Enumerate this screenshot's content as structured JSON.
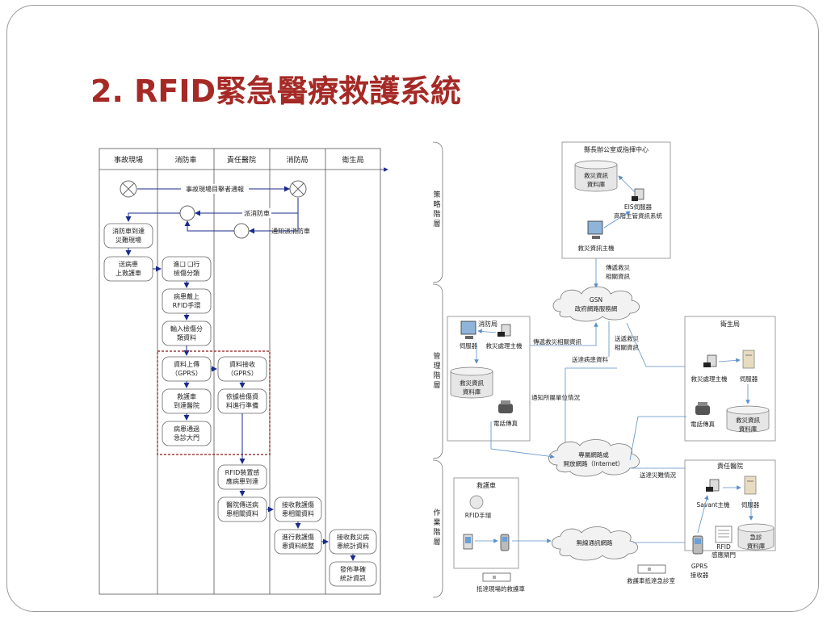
{
  "slide_title": "2. RFID緊急醫療救護系統",
  "swimlane": {
    "lanes": [
      "事故現場",
      "消防車",
      "責任醫院",
      "消防局",
      "衛生局"
    ],
    "edge_labels": {
      "report": "事故現場目擊者通報",
      "dispatch": "派消防車",
      "notify": "通知派消防車"
    },
    "nodes": {
      "arrive1": "消防車到達",
      "arrive2": "災難現場",
      "send1": "送病患",
      "send2": "上救護車",
      "triage1": "進❑ ❑行",
      "triage2": "檢傷分類",
      "rfid1": "病患戴上",
      "rfid2": "RFID手環",
      "input1": "輸入檢傷分",
      "input2": "類資料",
      "upload1": "資料上傳",
      "upload2": "（GPRS）",
      "ambulance1": "救護車",
      "ambulance2": "到達醫院",
      "er1": "病患通過",
      "er2": "急診大門",
      "receive1": "資料接收",
      "receive2": "（GPRS）",
      "prep1": "依據檢傷資",
      "prep2": "料進行準備",
      "sense1": "RFID裝置感",
      "sense2": "應病患到達",
      "hospital_send1": "醫院傳送病",
      "hospital_send2": "患相關資料",
      "fire_recv1": "接收救護傷",
      "fire_recv2": "患相關資料",
      "stats1": "進行救護傷",
      "stats2": "患資料統整",
      "health_recv1": "接收救災病",
      "health_recv2": "患統計資料",
      "publish1": "發佈準確",
      "publish2": "統計資訊"
    }
  },
  "architecture": {
    "layers": {
      "strategy": [
        "策",
        "略",
        "階",
        "層"
      ],
      "management": [
        "管",
        "理",
        "階",
        "層"
      ],
      "operation": [
        "作",
        "業",
        "階",
        "層"
      ]
    },
    "boxes": {
      "command_center": "縣長辦公室或指揮中心",
      "fire_bureau": "消防局",
      "health_bureau": "衛生局",
      "ambulance": "救護車",
      "hospital": "責任醫院"
    },
    "labels": {
      "cc_db1": "救災資訊",
      "cc_db2": "資料庫",
      "eis1": "EIS伺服器",
      "eis2": "高階主管資訊系統",
      "cc_host": "救災資訊主機",
      "gsn1": "GSN",
      "gsn2": "政府網路服務網",
      "fire_server": "伺服器",
      "fire_host": "救災處理主機",
      "fire_db1": "救災資訊",
      "fire_db2": "資料庫",
      "fire_phone": "電話傳真",
      "health_host": "救災處理主機",
      "health_server": "伺服器",
      "health_phone": "電話傳真",
      "health_db1": "救災資訊",
      "health_db2": "資料庫",
      "private1": "專屬網路或",
      "private2": "開放網路（Internet）",
      "wireless": "無線通訊網路",
      "rfid_band": "RFID手環",
      "savant": "Savant主機",
      "hosp_server": "伺服器",
      "rfid_gate1": "RFID",
      "rfid_gate2": "感應閘門",
      "er_db1": "急診",
      "er_db2": "資料庫",
      "gprs1": "GPRS",
      "gprs2": "接收器",
      "arrive_scene": "抵達現場的救護車",
      "arrive_er": "救護車抵達急診室"
    },
    "flows": {
      "send_info1": "傳遞救災",
      "send_info2": "相關資訊",
      "fire_to_gsn": "傳遞救災相關資訊",
      "health_to_gsn1": "送遞救災",
      "health_to_gsn2": "相關資訊",
      "patient_data": "送達病患資料",
      "notify_unit": "通知所屬單位情況",
      "disaster_status": "送達災難情況"
    }
  }
}
